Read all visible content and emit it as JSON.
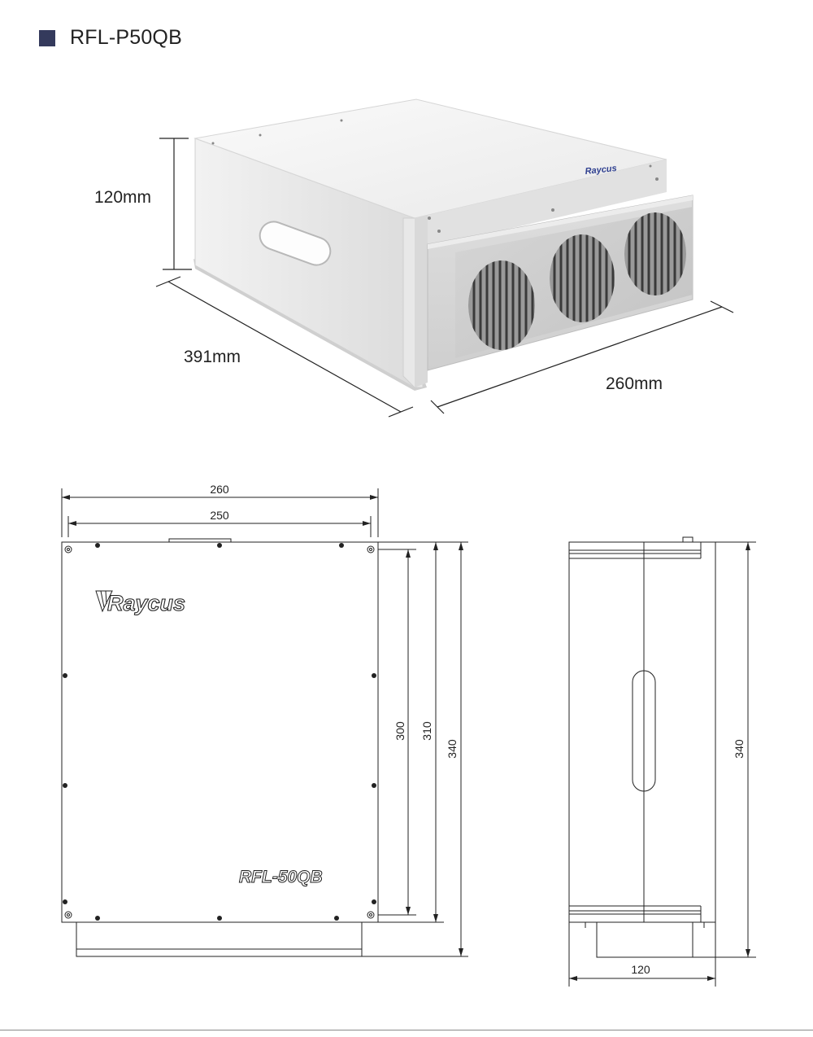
{
  "header": {
    "title": "RFL-P50QB"
  },
  "iso": {
    "height": "120mm",
    "length": "391mm",
    "width": "260mm",
    "brand": "Raycus"
  },
  "front": {
    "width_outer": "260",
    "width_inner": "250",
    "h_300": "300",
    "h_310": "310",
    "h_340": "340",
    "brand": "Raycus",
    "model": "RFL-50QB"
  },
  "side": {
    "height": "340",
    "depth": "120"
  },
  "colors": {
    "accent": "#343a5c"
  }
}
